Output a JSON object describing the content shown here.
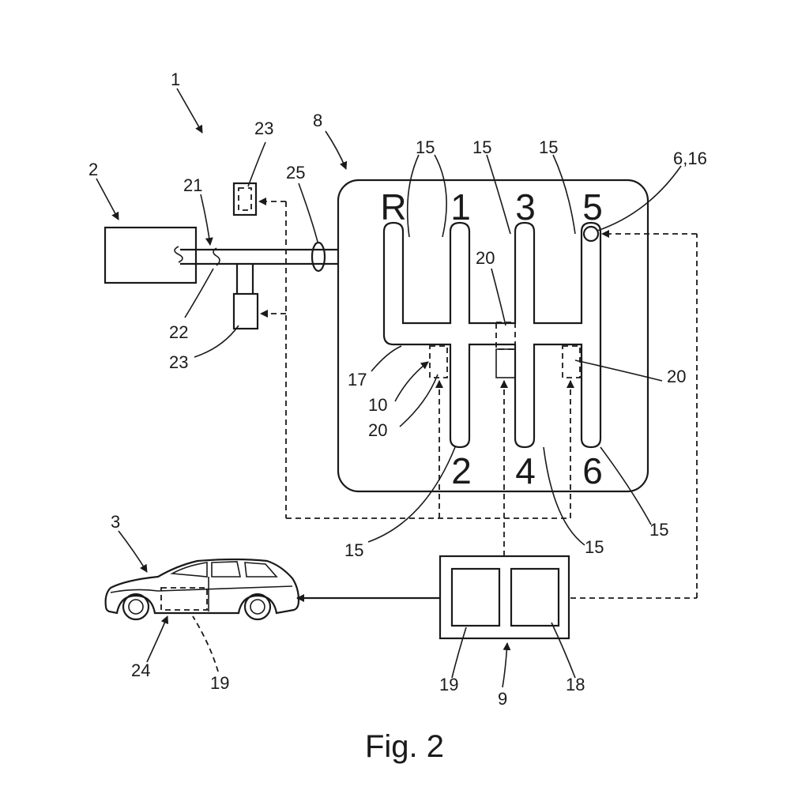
{
  "figure": {
    "caption": "Fig. 2",
    "gears": [
      "R",
      "1",
      "3",
      "5",
      "2",
      "4",
      "6"
    ],
    "reference_numerals": {
      "system": "1",
      "engine_box": "2",
      "vehicle": "3",
      "sensor_pos": "6,16",
      "shift_gate": "8",
      "control_unit": "9",
      "actuator": "10",
      "slot_r": "15",
      "slot_1": "15",
      "slot_3": "15",
      "slot_5": "15",
      "slot_2": "15",
      "slot_4": "15",
      "slot_6": "15",
      "gate_path": "17",
      "unit_right": "18",
      "unit_left": "19",
      "vehicle_unit": "19",
      "lock_center": "20",
      "lock_left": "20",
      "lock_right": "20",
      "shaft": "21",
      "branch": "22",
      "sensor_top": "23",
      "sensor_bottom": "23",
      "door": "24",
      "coupling": "25"
    }
  }
}
